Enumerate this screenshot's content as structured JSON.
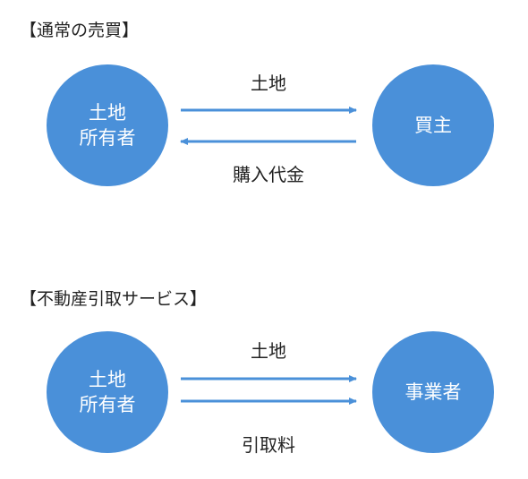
{
  "colors": {
    "node_fill": "#4a90d9",
    "arrow": "#4a90d9",
    "text": "#222222"
  },
  "normal_sale": {
    "title": "【通常の売買】",
    "owner": {
      "line1": "土地",
      "line2": "所有者"
    },
    "buyer": {
      "label": "買主"
    },
    "edge_top_label": "土地",
    "edge_bottom_label": "購入代金"
  },
  "pickup_service": {
    "title": "【不動産引取サービス】",
    "owner": {
      "line1": "土地",
      "line2": "所有者"
    },
    "operator": {
      "label": "事業者"
    },
    "edge_top_label": "土地",
    "edge_bottom_label": "引取料"
  }
}
